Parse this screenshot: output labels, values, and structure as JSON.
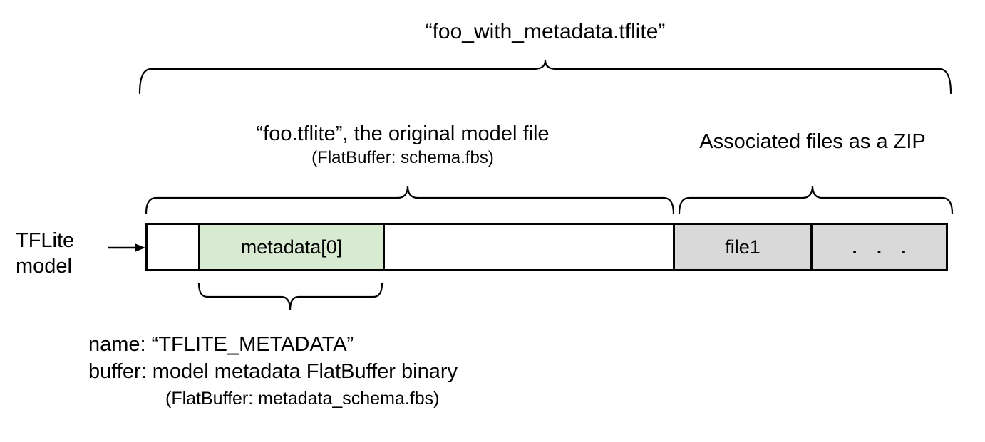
{
  "colors": {
    "background": "#ffffff",
    "stroke": "#000000",
    "metadata_segment": "#d9ead3",
    "file_segment": "#d9d9d9"
  },
  "title": "“foo_with_metadata.tflite”",
  "model_section": {
    "label": "“foo.tflite”, the original model file",
    "sublabel": "(FlatBuffer: schema.fbs)"
  },
  "zip_section": {
    "label": "Associated files as a ZIP"
  },
  "pointer": {
    "line1": "TFLite",
    "line2": "model"
  },
  "bar": {
    "segments": [
      {
        "id": "header",
        "label": ""
      },
      {
        "id": "metadata",
        "label": "metadata[0]"
      },
      {
        "id": "model-body",
        "label": ""
      },
      {
        "id": "file1",
        "label": "file1"
      },
      {
        "id": "more-files",
        "label": ". . ."
      }
    ]
  },
  "metadata_annotation": {
    "line1": "name: “TFLITE_METADATA”",
    "line2": "buffer: model metadata FlatBuffer binary",
    "line3": "(FlatBuffer: metadata_schema.fbs)"
  }
}
